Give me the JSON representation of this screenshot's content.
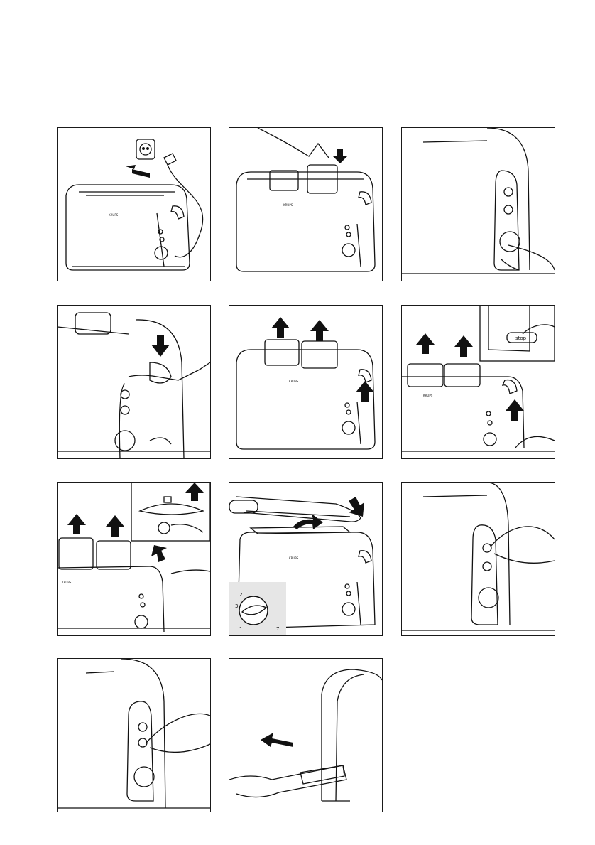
{
  "manual": {
    "brand": "KRUPS",
    "panels": [
      {
        "id": 1,
        "subject": "plug in toaster"
      },
      {
        "id": 2,
        "subject": "insert bread slices"
      },
      {
        "id": 3,
        "subject": "set browning dial"
      },
      {
        "id": 4,
        "subject": "press down lever"
      },
      {
        "id": 5,
        "subject": "toast pops up"
      },
      {
        "id": 6,
        "subject": "stop button",
        "stop_label": "stop"
      },
      {
        "id": 7,
        "subject": "lift lever high"
      },
      {
        "id": 8,
        "subject": "bun warming rack",
        "dial_marks": [
          "1",
          "2",
          "3",
          "7"
        ]
      },
      {
        "id": 9,
        "subject": "defrost button"
      },
      {
        "id": 10,
        "subject": "reheat button"
      },
      {
        "id": 11,
        "subject": "crumb tray removal"
      }
    ]
  }
}
